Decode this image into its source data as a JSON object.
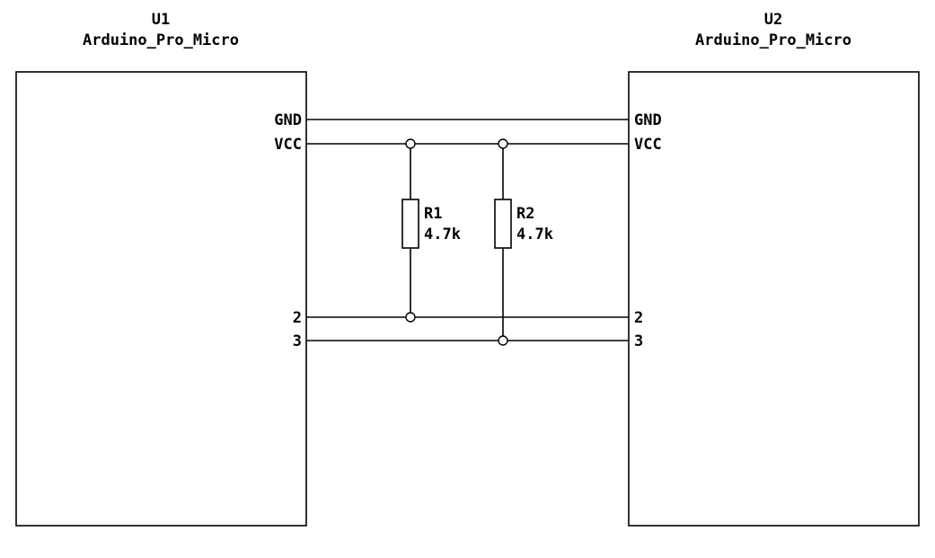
{
  "schematic": {
    "colors": {
      "background": "#ffffff",
      "wire": "#000000",
      "text": "#000000"
    },
    "components": [
      {
        "ref": "U1",
        "value": "Arduino_Pro_Micro",
        "pins": [
          "GND",
          "VCC",
          "2",
          "3"
        ]
      },
      {
        "ref": "U2",
        "value": "Arduino_Pro_Micro",
        "pins": [
          "GND",
          "VCC",
          "2",
          "3"
        ]
      }
    ],
    "resistors": [
      {
        "ref": "R1",
        "value": "4.7k"
      },
      {
        "ref": "R2",
        "value": "4.7k"
      }
    ],
    "nets": [
      "GND",
      "VCC",
      "2",
      "3"
    ]
  }
}
